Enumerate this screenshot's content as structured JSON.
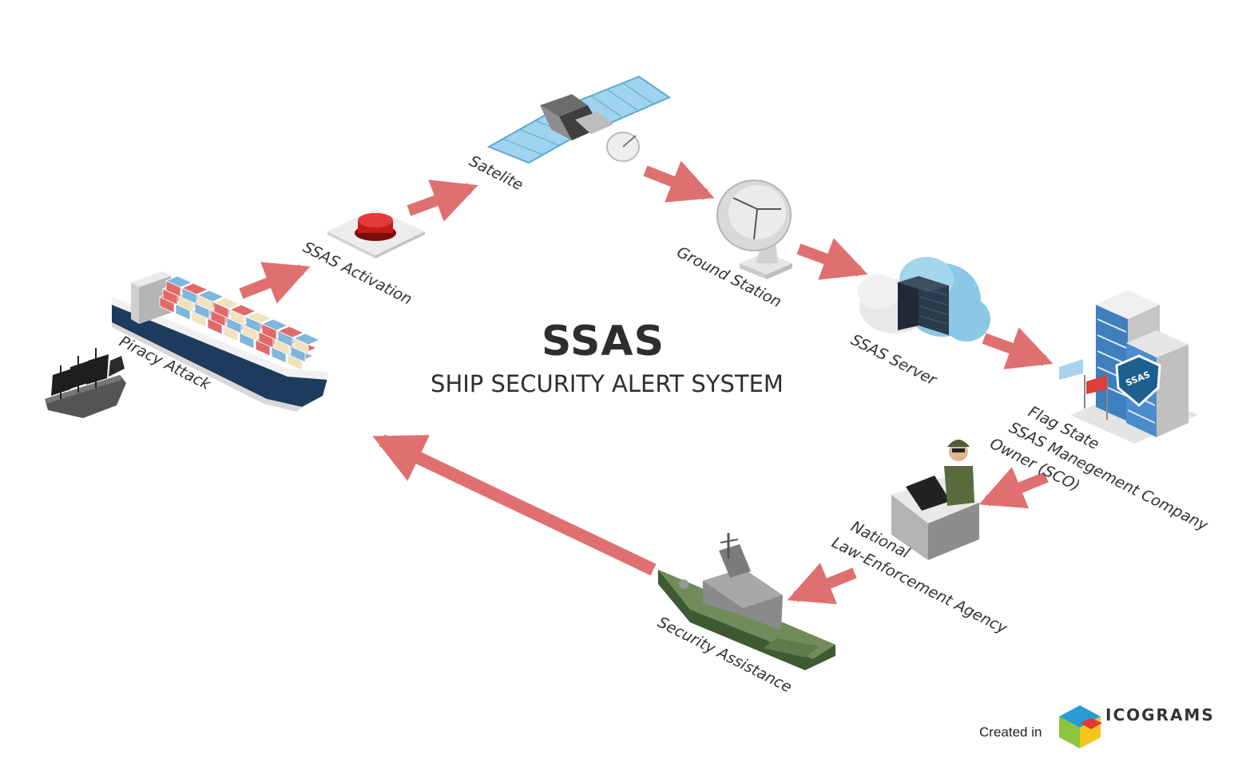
{
  "title": "SSAS",
  "subtitle": "SHIP SECURITY ALERT SYSTEM",
  "nodes": {
    "piracy": "Piracy Attack",
    "activation": "SSAS Activation",
    "satellite": "Satelite",
    "ground": "Ground Station",
    "server": "SSAS Server",
    "flag": [
      "Flag State",
      "SSAS Manegement Company",
      "Owner (SCO)"
    ],
    "agency": [
      "National",
      "Law-Enforcement Agency"
    ],
    "assistance": "Security Assistance"
  },
  "server_logo": "SSAS",
  "footer": {
    "created_in": "Created in",
    "brand": "ICOGRAMS"
  },
  "colors": {
    "arrow": "#e07070",
    "text": "#333333",
    "cloud": "#8cc8e6",
    "hull": "#1d3b5c"
  }
}
